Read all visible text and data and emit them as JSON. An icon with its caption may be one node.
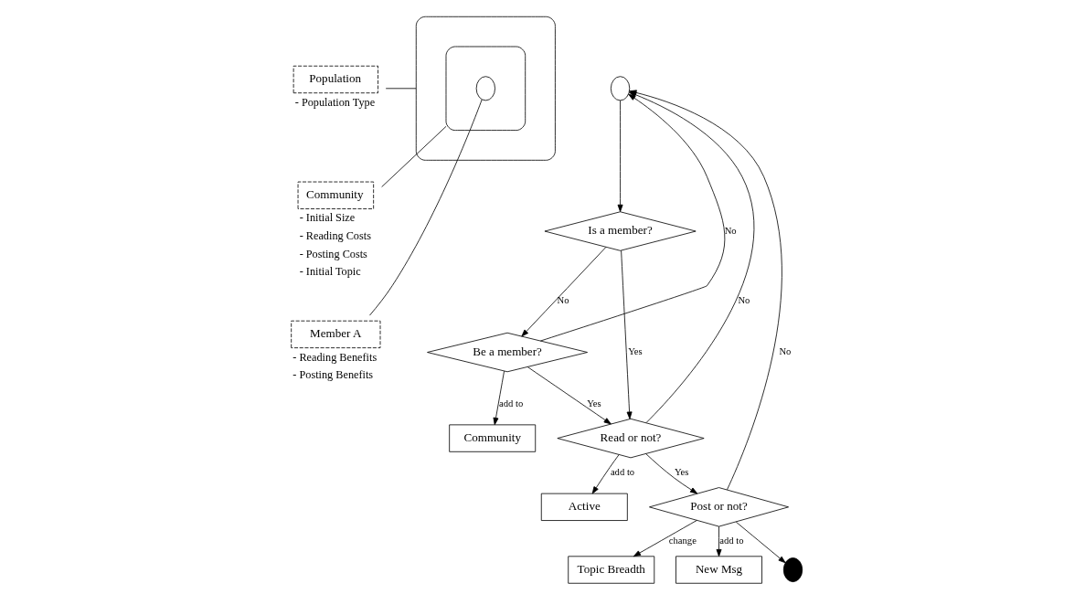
{
  "diagram": {
    "nodes": [
      {
        "text": [
          "Population"
        ],
        "beside": [
          "- Population Type"
        ]
      },
      {
        "text": [],
        "shape": "box"
      },
      {
        "text": [
          "Community"
        ],
        "beside": [
          "- Initial Size",
          "- Reading Costs",
          "- Posting Costs",
          "- Initial Topic"
        ]
      },
      {
        "text": [],
        "shape": "box",
        "in": 1
      },
      {
        "text": [
          "Member A"
        ],
        "beside": [
          "- Reading Benefits",
          "- Posting Benefits"
        ]
      },
      {
        "text": [],
        "shape": "circle",
        "in": 3
      },
      {
        "text": [],
        "shape": "circle"
      },
      {
        "text": [
          "Is a member?"
        ]
      },
      {
        "text": [
          "Be a member?"
        ]
      },
      {
        "text": [
          "Community"
        ]
      },
      {
        "text": [
          "Read or not?"
        ]
      },
      {
        "text": [
          "Active"
        ]
      },
      {
        "text": [
          "Post or not?"
        ]
      },
      {
        "text": [
          "Topic Breadth"
        ]
      },
      {
        "text": [
          "New Msg"
        ]
      },
      {
        "text": [],
        "shape": "circle"
      }
    ],
    "edges": [
      {
        "from": 0,
        "to": 1,
        "arrow": "none"
      },
      {
        "from": 2,
        "to": 3,
        "arrow": "none"
      },
      {
        "from": 4,
        "to": 5,
        "arrow": "none"
      },
      {
        "from": 6,
        "to": 7,
        "arrow": "to"
      },
      {
        "from": 7,
        "to": 8,
        "arrow": "to",
        "label": "No"
      },
      {
        "from": 7,
        "to": 10,
        "arrow": "to",
        "label": "Yes"
      },
      {
        "from": 8,
        "to": 6,
        "arrow": "to",
        "label": "No"
      },
      {
        "from": 8,
        "to": 10,
        "arrow": "to",
        "label": "Yes"
      },
      {
        "from": 8,
        "to": 9,
        "arrow": "to",
        "label": "add to"
      },
      {
        "from": 10,
        "to": 6,
        "arrow": "to",
        "label": "No"
      },
      {
        "from": 10,
        "to": 12,
        "arrow": "to",
        "label": "Yes"
      },
      {
        "from": 10,
        "to": 11,
        "arrow": "to",
        "label": "add to"
      },
      {
        "from": 12,
        "to": 6,
        "arrow": "to",
        "label": "No"
      },
      {
        "from": 12,
        "to": 13,
        "arrow": "to",
        "label": "change"
      },
      {
        "from": 12,
        "to": 14,
        "arrow": "to",
        "label": "add to"
      },
      {
        "from": 12,
        "to": 15,
        "arrow": "to"
      }
    ]
  }
}
